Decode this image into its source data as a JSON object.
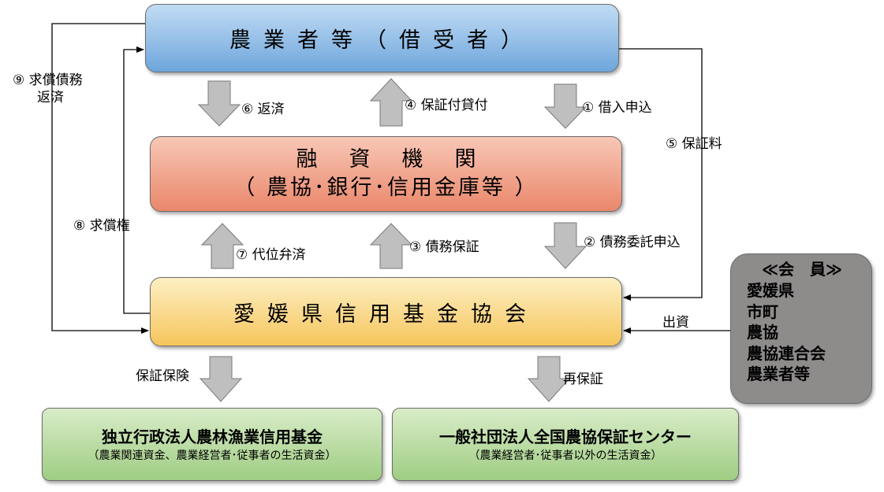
{
  "farmers": {
    "title": "農業者等（借受者）"
  },
  "finance": {
    "line1": "融資機関",
    "line2": "（ 農協･銀行･信用金庫等 ）"
  },
  "association": {
    "title": "愛媛県信用基金協会"
  },
  "fund": {
    "title": "独立行政法人農林漁業信用基金",
    "subtitle": "（農業関連資金、農業経営者･従事者の生活資金）"
  },
  "center": {
    "title": "一般社団法人全国農協保証センター",
    "subtitle": "（農業経営者･従事者以外の生活資金）"
  },
  "members": {
    "heading": "≪会　員≫",
    "items": [
      "愛媛県",
      "市町",
      "農協",
      "農協連合会",
      "農業者等"
    ]
  },
  "flows": {
    "repay": "⑥ 返済",
    "guaranteed_loan": "④ 保証付貸付",
    "loan_application": "① 借入申込",
    "guarantee_fee": "⑤ 保証料",
    "subrogation": "⑦ 代位弁済",
    "debt_guarantee": "③ 債務保証",
    "consign_application": "② 債務委託申込",
    "indemnity_right": "⑧ 求償権",
    "indemnity_repay_1": "⑨ 求償債務",
    "indemnity_repay_2": "返済",
    "investment": "出資",
    "insurance": "保証保険",
    "reguarantee": "再保証"
  }
}
